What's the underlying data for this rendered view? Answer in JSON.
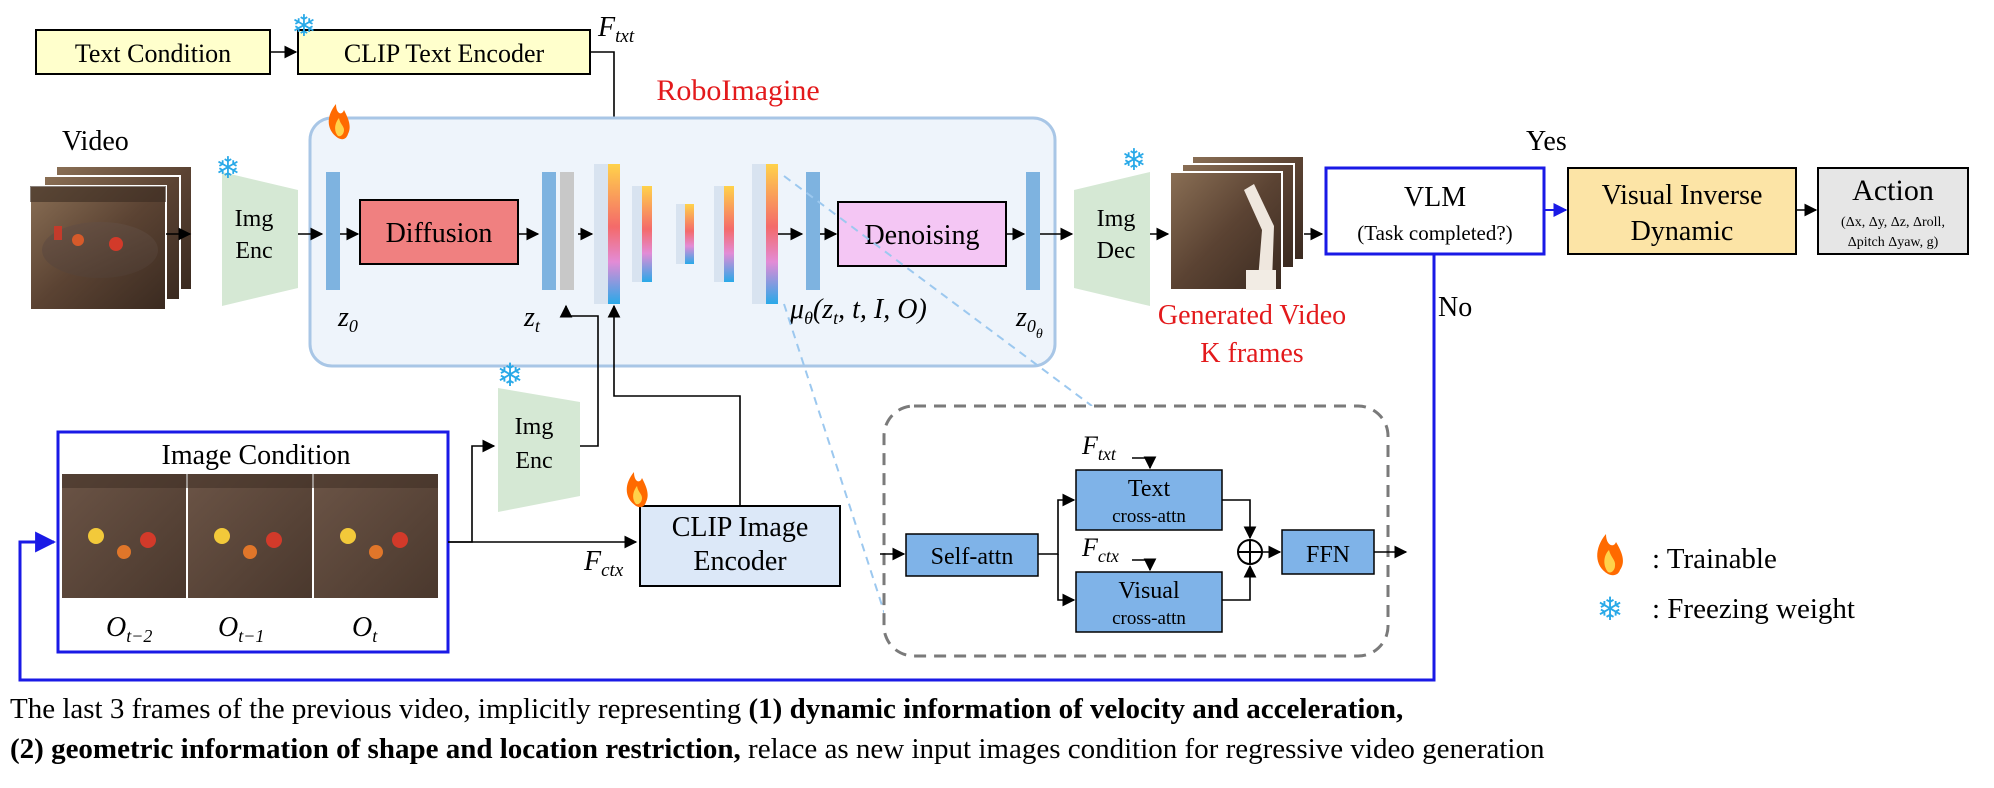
{
  "labels": {
    "text_condition": "Text Condition",
    "clip_text_encoder": "CLIP Text Encoder",
    "f_txt_top": "F",
    "f_txt_sub": "txt",
    "roboimagine": "RoboImagine",
    "video": "Video",
    "img_enc": [
      "Img",
      "Enc"
    ],
    "img_dec": [
      "Img",
      "Dec"
    ],
    "diffusion": "Diffusion",
    "denoising": "Denoising",
    "z0": "z",
    "z0_sub": "0",
    "zt": "z",
    "zt_sub": "t",
    "mu": "μ",
    "mu_sub": "θ",
    "mu_args": "(z",
    "mu_args_sub": "t",
    "mu_args_rest": ", t, I, O)",
    "z0theta_sub": "0",
    "z0theta_subsub": "θ",
    "generated_video": [
      "Generated Video",
      "K frames"
    ],
    "vlm": "VLM",
    "vlm_sub": "(Task completed?)",
    "yes": "Yes",
    "no": "No",
    "visual_inverse_dynamic": [
      "Visual Inverse",
      "Dynamic"
    ],
    "action": "Action",
    "action_sub": [
      "(Δx, Δy, Δz, Δroll,",
      "Δpitch Δyaw, g)"
    ],
    "image_condition": "Image Condition",
    "o_tm2": "O",
    "o_tm2_sub": "t−2",
    "o_tm1": "O",
    "o_tm1_sub": "t−1",
    "o_t": "O",
    "o_t_sub": "t",
    "clip_image_encoder": [
      "CLIP Image",
      "Encoder"
    ],
    "f_ctx": "F",
    "f_ctx_sub": "ctx",
    "self_attn": "Self-attn",
    "text_cross": [
      "Text",
      "cross-attn"
    ],
    "visual_cross": [
      "Visual",
      "cross-attn"
    ],
    "ffn": "FFN",
    "legend_trainable": ": Trainable",
    "legend_freezing": ": Freezing weight"
  },
  "caption": {
    "line1_plain": "The last 3 frames of the previous video, implicitly representing ",
    "line1_bold": "(1) dynamic information of velocity and acceleration,",
    "line2_bold": " (2) geometric information of shape and location restriction,",
    "line2_plain": " relace as new input images condition for regressive video generation"
  },
  "colors": {
    "yellow_box": "#ffffcc",
    "diffusion": "#f08080",
    "denoising": "#f4c6f4",
    "latent_blue": "#7eb3e0",
    "module_blue": "#dce8f8",
    "attn_blue": "#7fb3e8",
    "vid_yellow": "#fce4a6",
    "action_grey": "#e6e6e6",
    "img_enc_green": "#d5e8d4",
    "red_text": "#e31a1c",
    "loop_blue": "#1a1ae6"
  }
}
